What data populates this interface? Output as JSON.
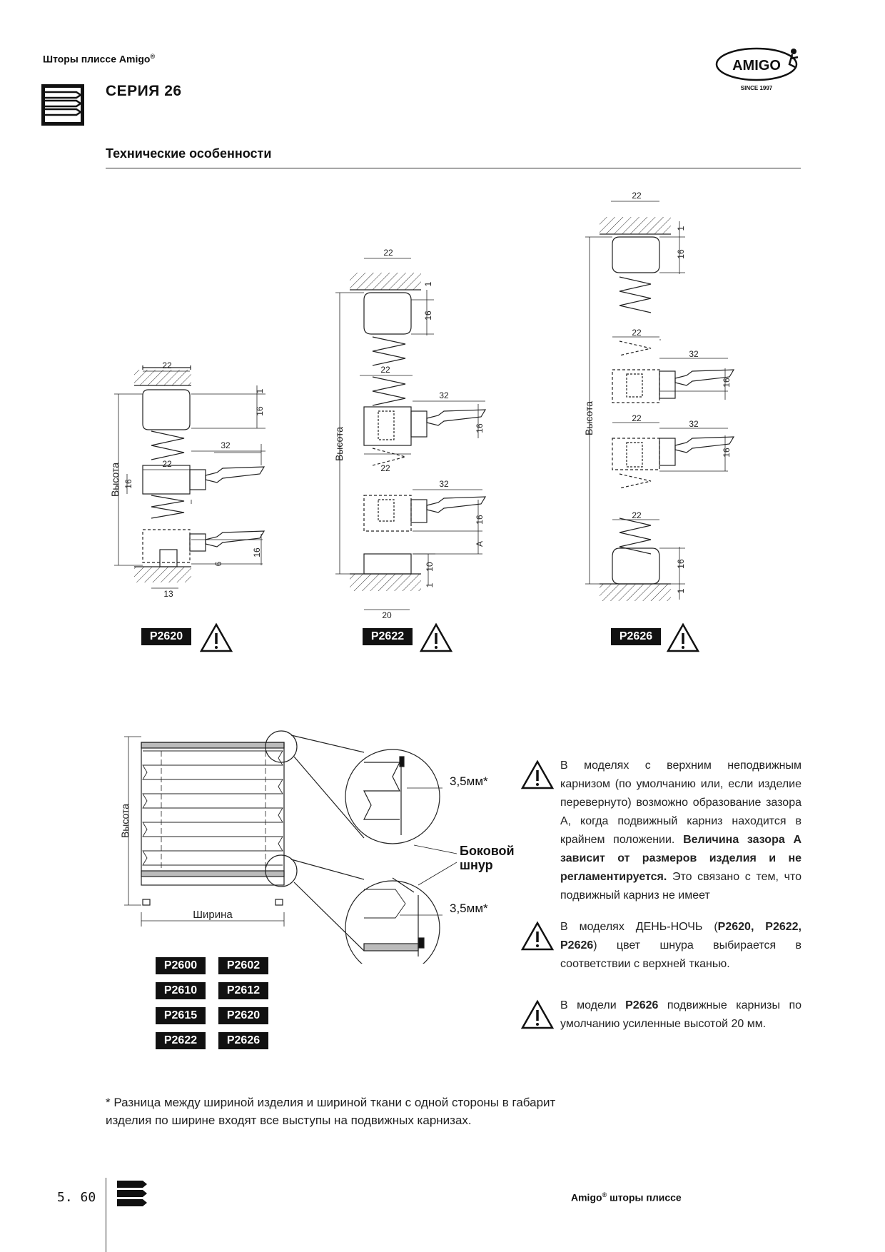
{
  "header": {
    "brand_line": "Шторы плиссе Amigo",
    "brand_reg": "®",
    "series_title": "СЕРИЯ 26",
    "section_title": "Технические особенности",
    "logo_text": "AMIGO",
    "logo_since": "SINCE 1997"
  },
  "diagrams": {
    "dim_22": "22",
    "dim_32": "32",
    "dim_16": "16",
    "dim_1": "1",
    "dim_6": "6",
    "dim_13": "13",
    "dim_10": "10",
    "dim_20": "20",
    "dim_a": "A",
    "height_label": "Высота",
    "models": [
      "P2620",
      "P2622",
      "P2626"
    ]
  },
  "blind": {
    "height_label": "Высота",
    "width_label": "Ширина",
    "gap_top": "3,5мм*",
    "gap_bottom": "3,5мм*",
    "side_cord_line1": "Боковой",
    "side_cord_line2": "шнур",
    "models": [
      "P2600",
      "P2602",
      "P2610",
      "P2612",
      "P2615",
      "P2620",
      "P2622",
      "P2626"
    ]
  },
  "notes": {
    "note1_part1": "В моделях с верхним неподвижным карнизом (по умолчанию или, если изделие перевернуто) возможно образование зазора А, когда подвижный карниз находится в крайнем положении. ",
    "note1_bold": "Величина зазора А зависит от размеров изделия и не регламентируется.",
    "note1_part2": " Это связано с тем, что подвижный карниз не имеет",
    "note2_part1": "В моделях ДЕНЬ-НОЧЬ (",
    "note2_bold": "P2620, P2622, P2626",
    "note2_part2": ") цвет шнура выбирается в соответствии с верхней тканью.",
    "note3_part1": "В модели ",
    "note3_bold": "P2626",
    "note3_part2": " подвижные карнизы по умолчанию усиленные высотой 20 мм."
  },
  "footnote": "* Разница между шириной изделия и шириной ткани с одной стороны в габарит изделия по ширине входят все выступы на подвижных карнизах.",
  "footer": {
    "page_number": "5. 60",
    "brand": "Amigo",
    "brand_reg": "®",
    "brand_rest": " шторы плиссе"
  }
}
